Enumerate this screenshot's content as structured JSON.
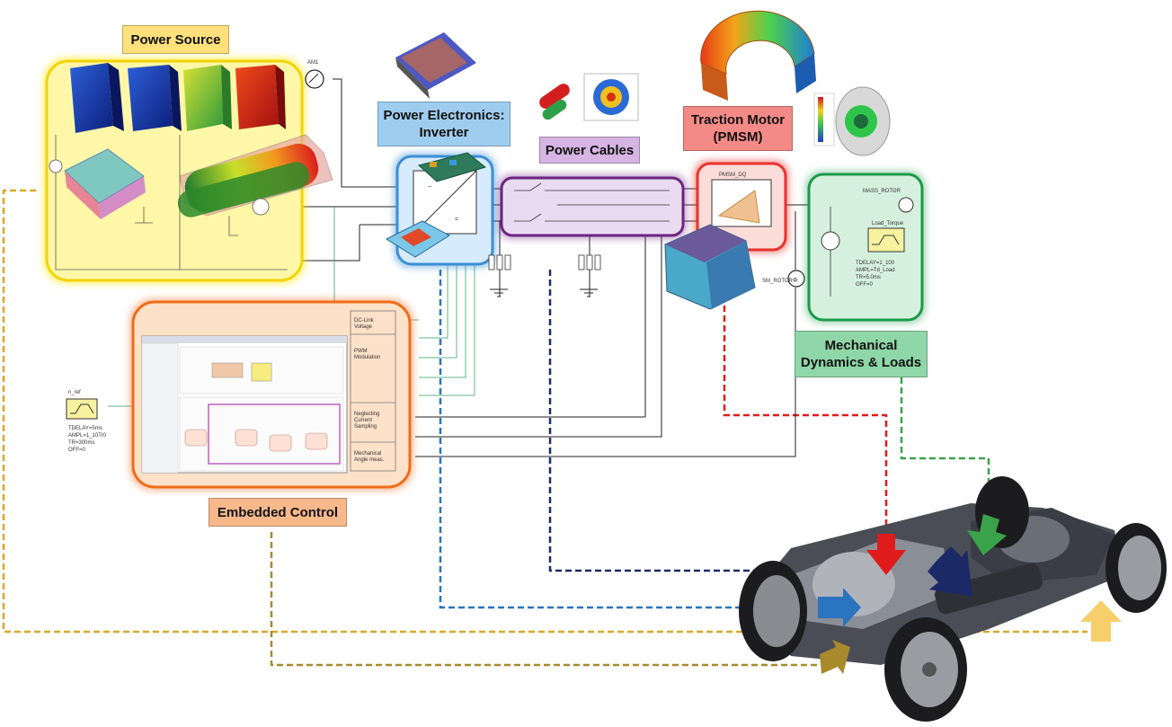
{
  "labels": {
    "power_source": "Power Source",
    "power_electronics": "Power Electronics:\nInverter",
    "power_cables": "Power Cables",
    "traction_motor": "Traction Motor\n(PMSM)",
    "mechanical": "Mechanical\nDynamics & Loads",
    "embedded_control": "Embedded Control"
  },
  "control_ports": {
    "dc_link": "DC-Link\nVoltage",
    "pwm": "PWM\nModulation",
    "current_sampling": "Neglecting\nCurrent\nSampling",
    "angle_meas": "Mechanical\nAngle meas."
  },
  "source_block": {
    "name": "n_ref",
    "params": [
      "TDELAY=5ms",
      "AMPL=1_10Tr0",
      "TR=300ms",
      "OFF=0"
    ]
  },
  "load_block": {
    "name": "Load_Torque",
    "params": [
      "TDELAY=1_100",
      "AMPL=Td_Load",
      "TR=5.0ms",
      "OFF=0"
    ]
  },
  "sensors": {
    "ammeter": "AM1",
    "rotor": "SM_ROTOR",
    "mass": "MASS_ROTOR",
    "pmsm": "PMSM_DQ"
  },
  "colors": {
    "power_source": "#ffe600",
    "power_electronics": "#3b8fd6",
    "power_cables": "#7b2e8c",
    "traction_motor": "#e8322d",
    "mechanical": "#1a9a4a",
    "embedded_control": "#ef6c1a",
    "link_gold": "#d9a72a",
    "link_olive": "#a8892c",
    "link_blue": "#2a74c0",
    "link_navy": "#1b2a66",
    "link_red": "#e01b1b",
    "link_green": "#3aa34a"
  }
}
